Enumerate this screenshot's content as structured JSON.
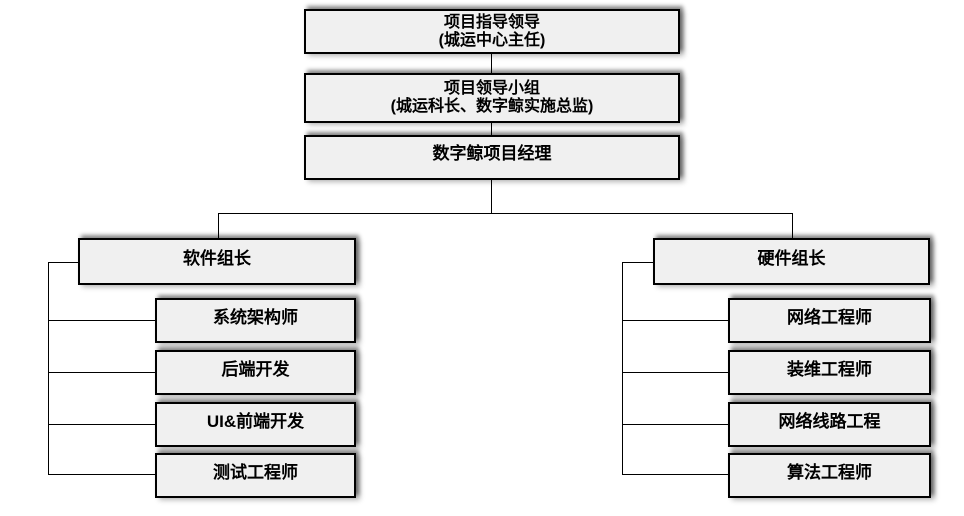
{
  "diagram": {
    "type": "org-chart",
    "top_chain": [
      {
        "lines": [
          "项目指导领导",
          "(城运中心主任)"
        ]
      },
      {
        "lines": [
          "项目领导小组",
          "(城运科长、数字鲸实施总监)"
        ]
      },
      {
        "lines": [
          "数字鲸项目经理"
        ]
      }
    ],
    "left_branch": {
      "lead": "软件组长",
      "members": [
        "系统架构师",
        "后端开发",
        "UI&前端开发",
        "测试工程师"
      ]
    },
    "right_branch": {
      "lead": "硬件组长",
      "members": [
        "网络工程师",
        "装维工程师",
        "网络线路工程",
        "算法工程师"
      ]
    },
    "colors": {
      "background": "#ffffff",
      "box_fill": "#f0f0f0",
      "box_border": "#000000",
      "line_color": "#000000",
      "text_color": "#000000"
    }
  }
}
